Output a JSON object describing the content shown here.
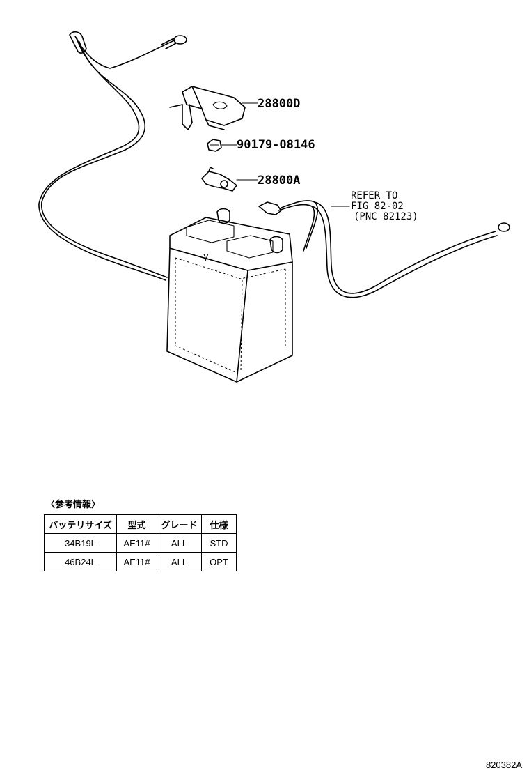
{
  "parts": {
    "cover": "28800D",
    "nut": "90179-08146",
    "clamp": "28800A"
  },
  "refer": {
    "line1": "REFER TO",
    "line2": "FIG 82-02",
    "line3": "(PNC 82123)"
  },
  "reference": {
    "heading": "〈参考情報〉",
    "columns": [
      "バッテリサイズ",
      "型式",
      "グレード",
      "仕様"
    ],
    "rows": [
      [
        "34B19L",
        "AE11#",
        "ALL",
        "STD"
      ],
      [
        "46B24L",
        "AE11#",
        "ALL",
        "OPT"
      ]
    ]
  },
  "battery_mark": "y",
  "figure_code": "820382A"
}
